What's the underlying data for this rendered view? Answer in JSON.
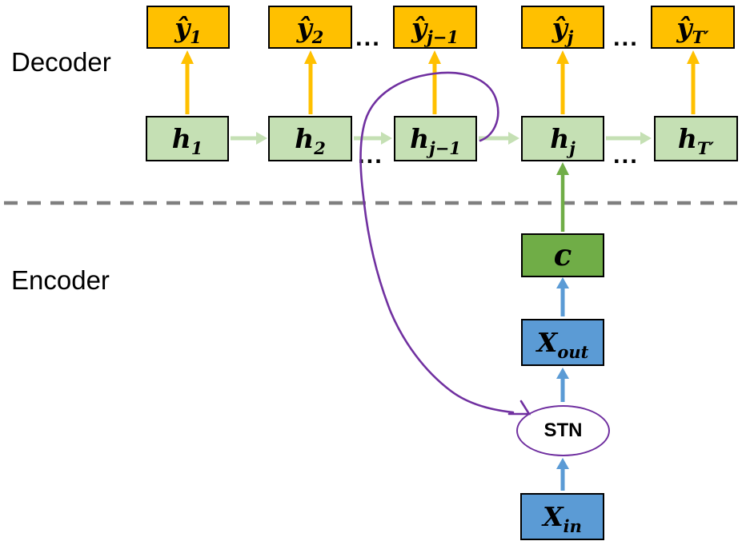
{
  "labels": {
    "decoder": "Decoder",
    "encoder": "Encoder",
    "dots": "..."
  },
  "decoder_outputs": [
    {
      "base": "ŷ",
      "sub": "1"
    },
    {
      "base": "ŷ",
      "sub": "2"
    },
    {
      "base": "ŷ",
      "sub": "j−1"
    },
    {
      "base": "ŷ",
      "sub": "j"
    },
    {
      "base": "ŷ",
      "sub": "T′"
    }
  ],
  "decoder_hidden": [
    {
      "base": "h",
      "sub": "1"
    },
    {
      "base": "h",
      "sub": "2"
    },
    {
      "base": "h",
      "sub": "j−1"
    },
    {
      "base": "h",
      "sub": "j"
    },
    {
      "base": "h",
      "sub": "T′"
    }
  ],
  "encoder": {
    "context_label": "c",
    "x_out": {
      "base": "X",
      "sub": "out"
    },
    "stn_label": "STN",
    "x_in": {
      "base": "X",
      "sub": "in"
    }
  },
  "colors": {
    "output_box": "#FFC000",
    "hidden_box": "#C5E0B4",
    "context_box": "#70AD47",
    "input_box": "#5B9BD5",
    "stn_outline": "#7030A0",
    "gold_arrow": "#FFC000",
    "lightgreen_arrow": "#C5E0B4",
    "green_arrow": "#70AD47",
    "blue_arrow": "#5B9BD5",
    "purple_curve": "#7030A0",
    "dashed_divider": "#7F7F7F",
    "box_border": "#000000"
  }
}
